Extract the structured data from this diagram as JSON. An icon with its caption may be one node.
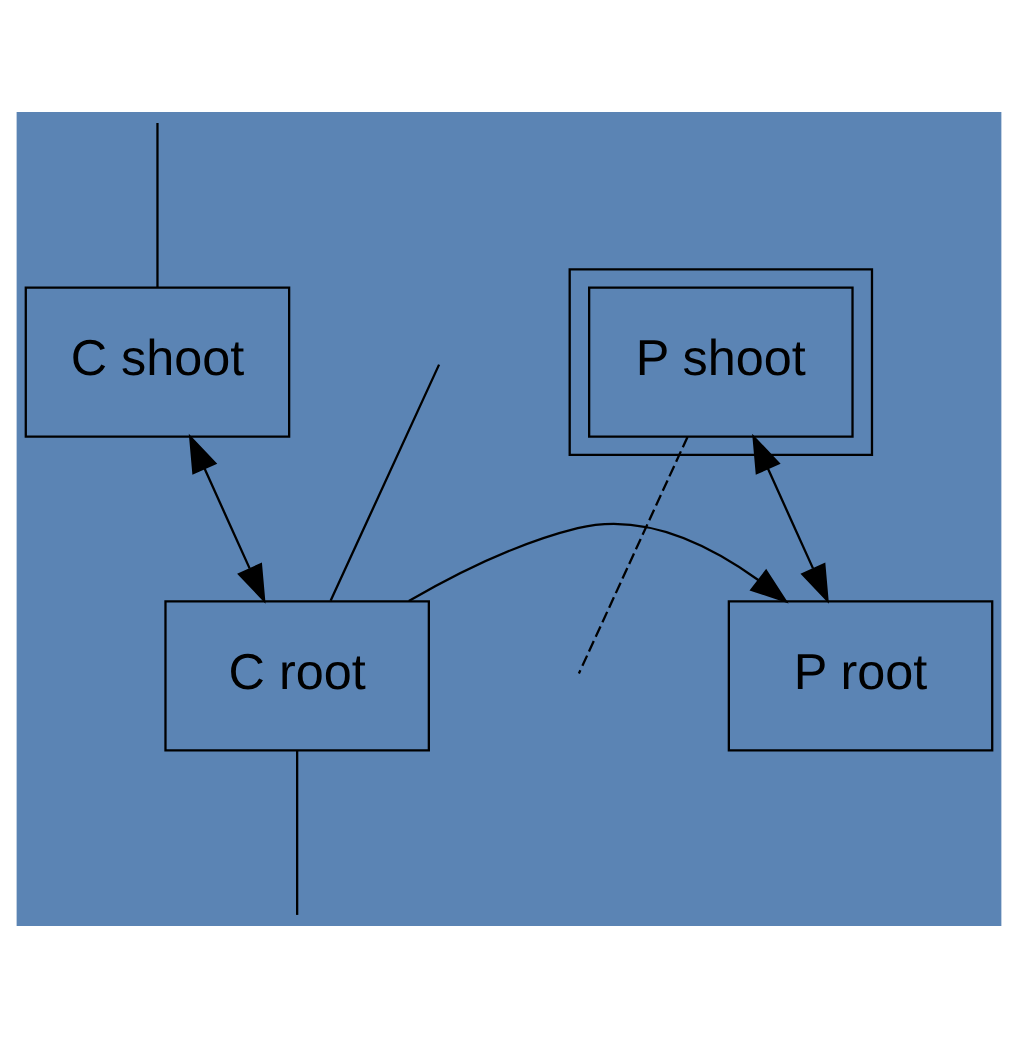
{
  "diagram": {
    "nodes": [
      {
        "text": [],
        "shape": "box"
      },
      {
        "text": [
          "C shoot"
        ]
      },
      {
        "text": [
          "P shoot"
        ],
        "in": 0
      },
      {
        "text": [
          "C root"
        ]
      },
      {
        "text": [
          "P root"
        ]
      }
    ],
    "edges": [
      {
        "from": 2,
        "to": null,
        "arrow": "none",
        "style": "dashed"
      },
      {
        "from": null,
        "to": 1,
        "arrow": "none"
      },
      {
        "from": null,
        "to": 3,
        "arrow": "none"
      },
      {
        "from": 1,
        "to": 3,
        "arrow": "both"
      },
      {
        "from": 2,
        "to": 4,
        "arrow": "both"
      },
      {
        "from": 3,
        "to": 4,
        "arrow": "to"
      },
      {
        "from": 3,
        "to": null,
        "arrow": "none"
      }
    ]
  }
}
